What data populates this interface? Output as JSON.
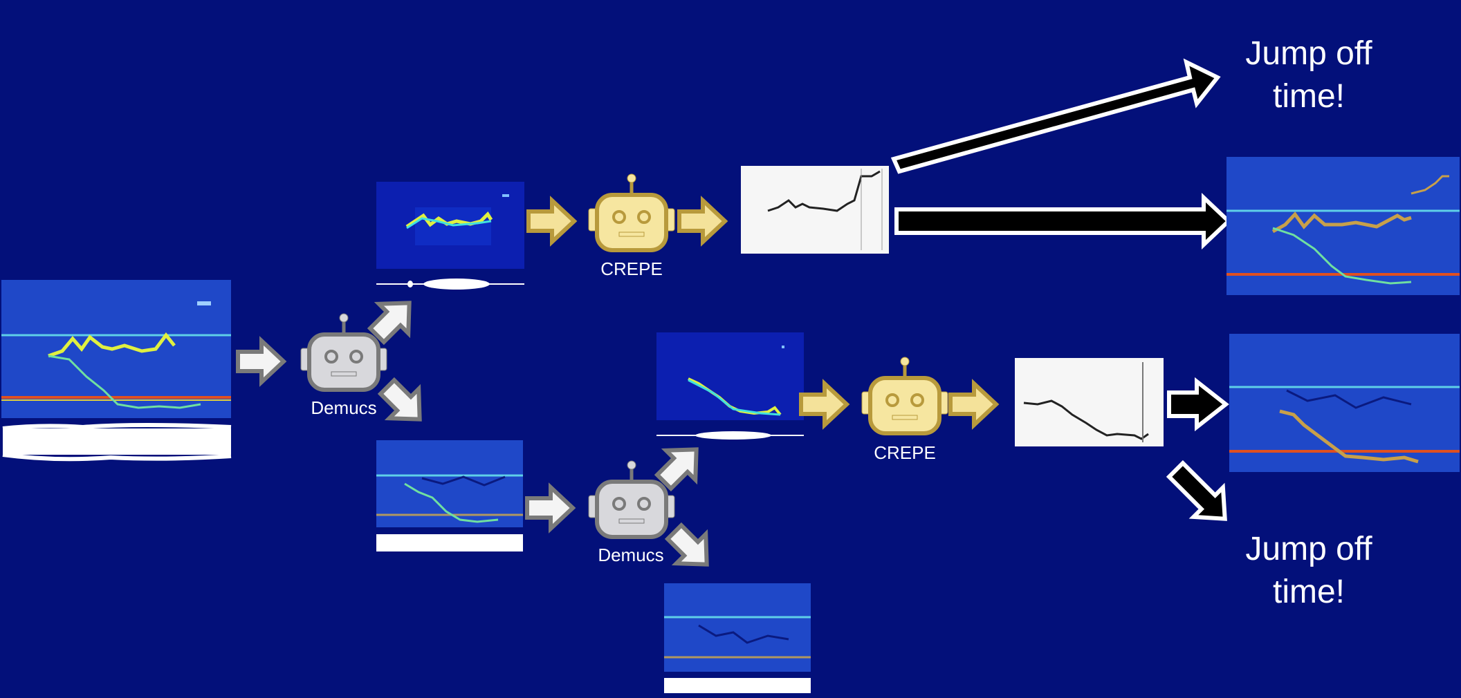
{
  "labels": {
    "demucs_1": "Demucs",
    "demucs_2": "Demucs",
    "crepe_1": "CREPE",
    "crepe_2": "CREPE",
    "jump_top": "Jump off time!",
    "jump_bottom": "Jump off time!"
  },
  "colors": {
    "background": "#03107a",
    "spectrogram_bg": "#1f48c8",
    "isolated_bg": "#0c1fb0",
    "pitch_line": "#f0e040",
    "pitch_track": "#c8a04a",
    "hum_line": "#e05020",
    "demucs_robot": "#d8d8dc",
    "crepe_robot": "#f6e6a0",
    "arrow_white": "#f4f4f4",
    "arrow_gold": "#f4e29a",
    "arrow_black": "#000000"
  },
  "icons": [
    "robot-icon",
    "arrow-icon"
  ]
}
